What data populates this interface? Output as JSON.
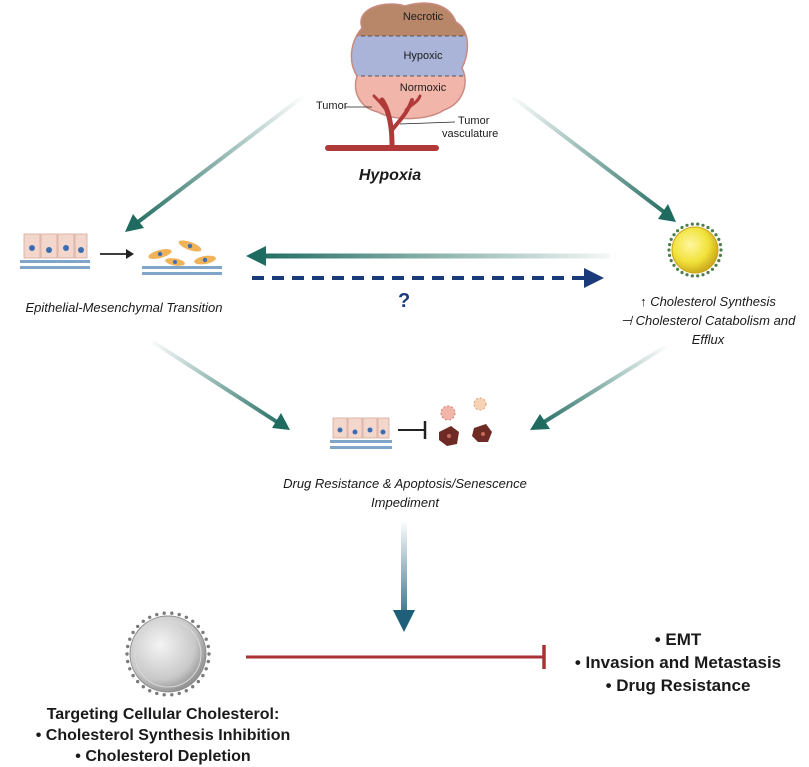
{
  "tumor": {
    "zones": {
      "necrotic": "Necrotic",
      "hypoxic": "Hypoxic",
      "normoxic": "Normoxic"
    },
    "tumor_label": "Tumor",
    "vasculature_label_1": "Tumor",
    "vasculature_label_2": "vasculature",
    "caption": "Hypoxia"
  },
  "emt": {
    "caption": "Epithelial-Mesenchymal Transition"
  },
  "question_mark": "?",
  "cholesterol": {
    "line1": "↑ Cholesterol Synthesis",
    "line2": "⊣ Cholesterol Catabolism and",
    "line3": "Efflux"
  },
  "drug": {
    "line1": "Drug Resistance & Apoptosis/Senescence",
    "line2": "Impediment"
  },
  "targeting": {
    "title": "Targeting Cellular Cholesterol:",
    "items": [
      "• Cholesterol Synthesis Inhibition",
      "• Cholesterol Depletion"
    ]
  },
  "outcomes": [
    "• EMT",
    "• Invasion and Metastasis",
    "• Drug Resistance"
  ],
  "colors": {
    "arrow_teal": "#1f6b5f",
    "arrow_blue": "#1f5f7a",
    "dashed_navy": "#1b3a7a",
    "inhibit_red": "#a83236",
    "necrotic": "#b8876a",
    "hypoxic": "#a9b4d8",
    "normoxic": "#f2b5aa",
    "vessel": "#b03a3a"
  }
}
